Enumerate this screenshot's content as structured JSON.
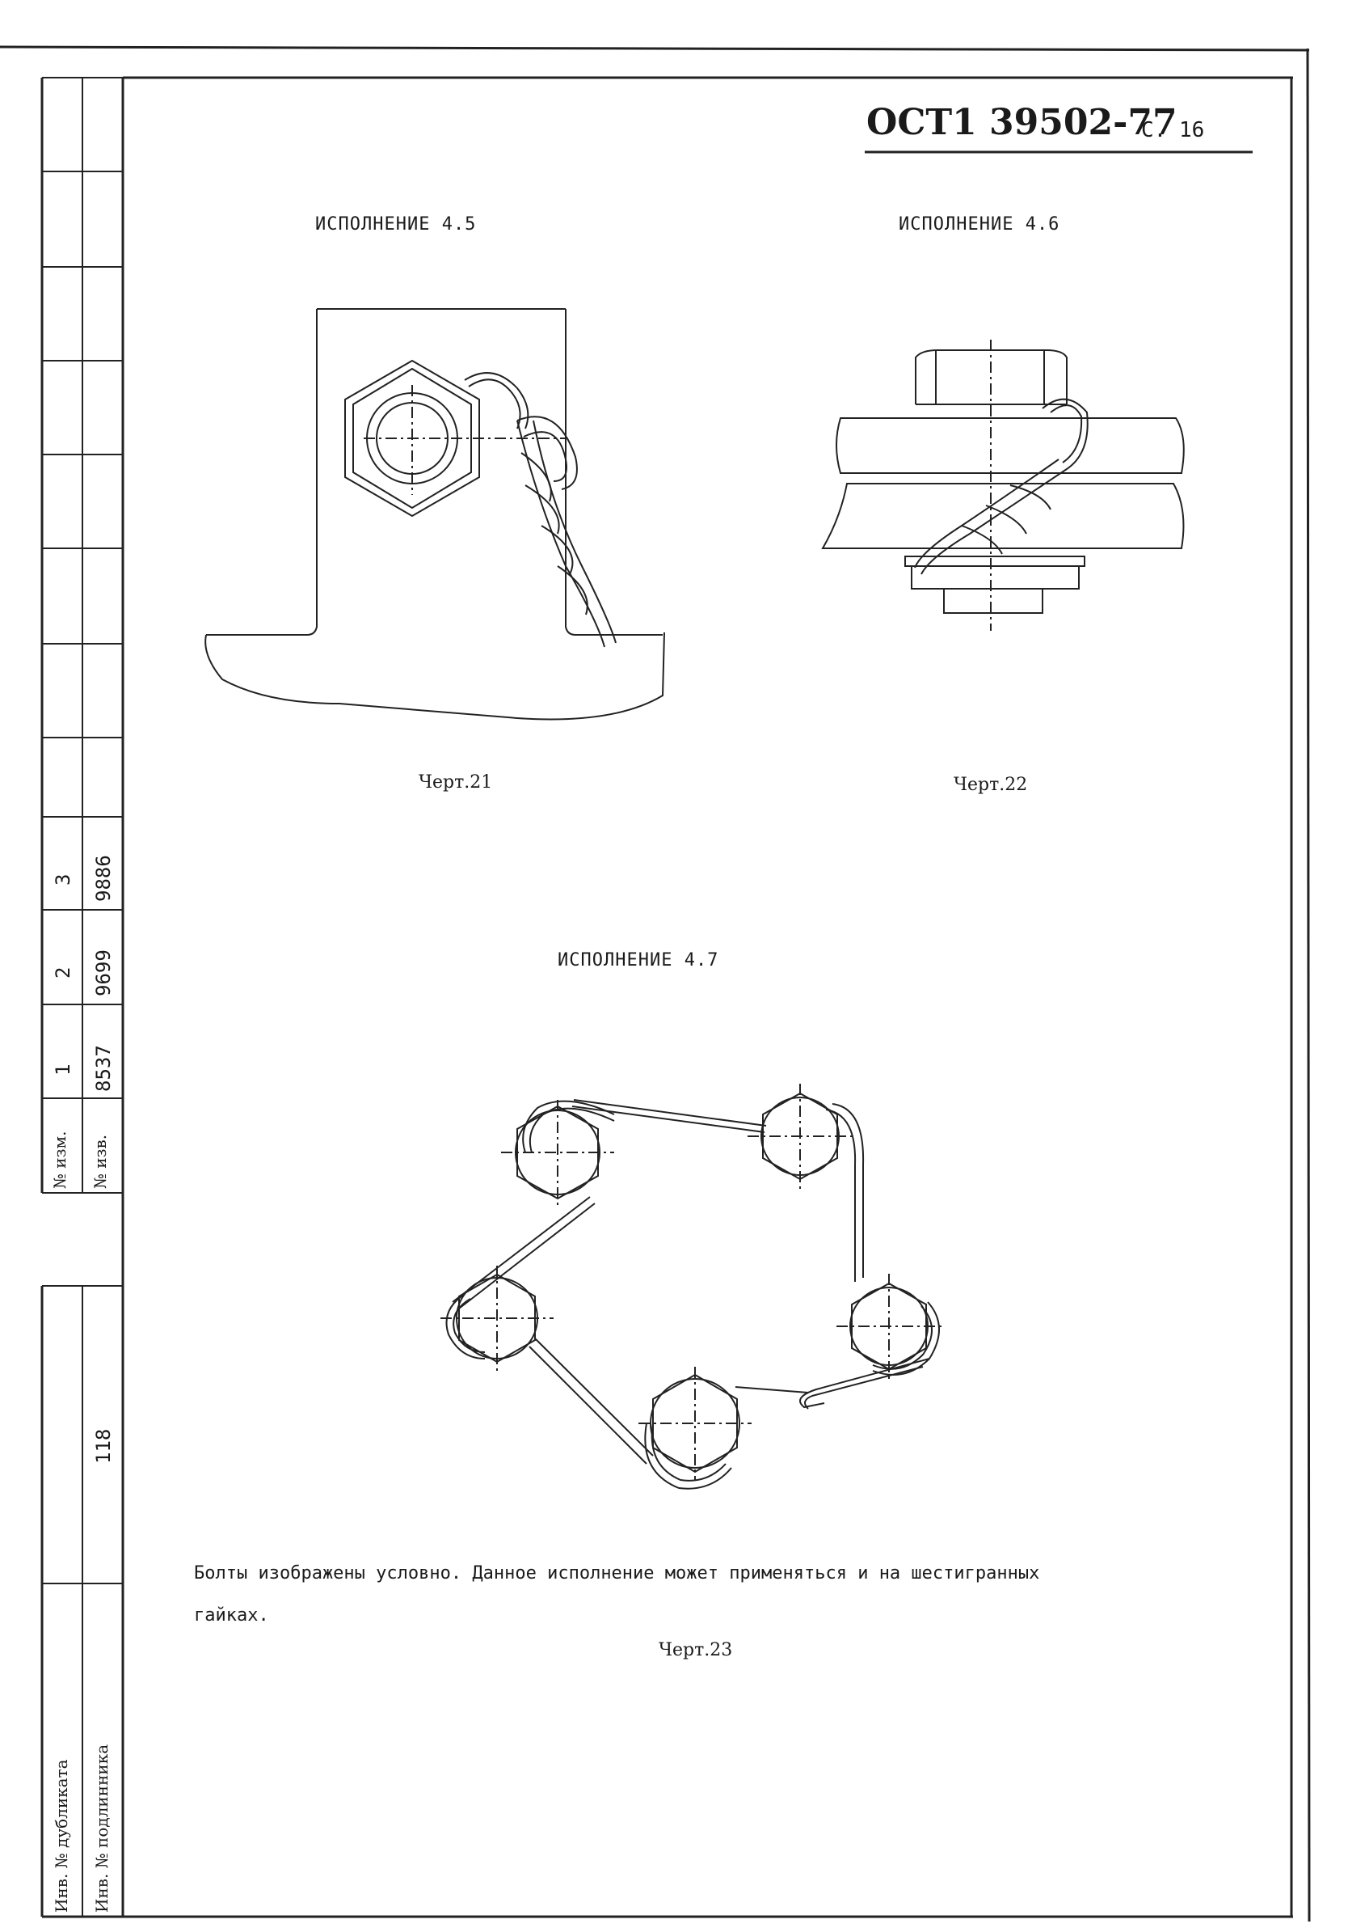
{
  "header": {
    "document_code": "ОСТ1 39502-77",
    "page_label": "С. 16"
  },
  "figures": [
    {
      "variant": "ИСПОЛНЕНИЕ 4.5",
      "caption": "Черт.21"
    },
    {
      "variant": "ИСПОЛНЕНИЕ 4.6",
      "caption": "Черт.22"
    },
    {
      "variant": "ИСПОЛНЕНИЕ 4.7",
      "caption": "Черт.23"
    }
  ],
  "note": {
    "line1": "Болты изображены условно. Данное исполнение может применяться и на шестигранных",
    "line2": "гайках."
  },
  "stamp": {
    "change_header": "№ изм.",
    "notice_header": "№ изв.",
    "changes": [
      {
        "num": "1",
        "notice": "8537"
      },
      {
        "num": "2",
        "notice": "9699"
      },
      {
        "num": "3",
        "notice": "9886"
      }
    ],
    "duplicate_label": "Инв. № дубликата",
    "original_label": "Инв. № подлинника",
    "original_value": "118"
  }
}
